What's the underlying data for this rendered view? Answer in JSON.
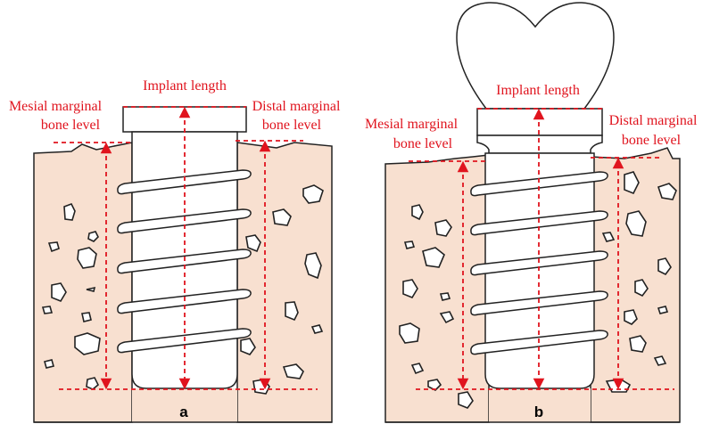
{
  "colors": {
    "bone_fill": "#f8e0d0",
    "measure_red": "#e0141e",
    "outline": "#222222",
    "implant_fill": "#ffffff"
  },
  "panels": [
    {
      "id": "a",
      "panel_label": "a",
      "implant_length_label": "Implant length",
      "mesial_label_line1": "Mesial marginal",
      "mesial_label_line2": "bone level",
      "distal_label_line1": "Distal marginal",
      "distal_label_line2": "bone level",
      "has_crown": false
    },
    {
      "id": "b",
      "panel_label": "b",
      "implant_length_label": "Implant length",
      "mesial_label_line1": "Mesial marginal",
      "mesial_label_line2": "bone level",
      "distal_label_line1": "Distal marginal",
      "distal_label_line2": "bone level",
      "has_crown": true
    }
  ]
}
